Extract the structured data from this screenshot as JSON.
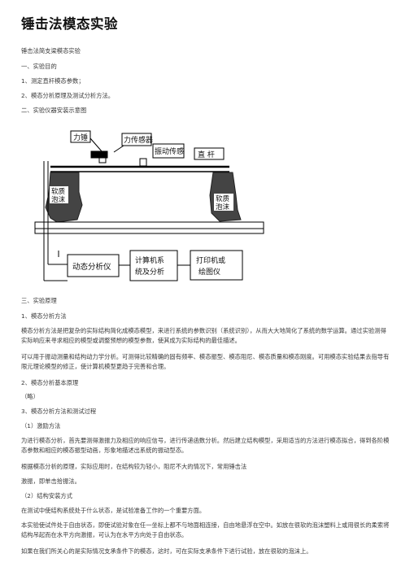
{
  "title": "锤击法模态实验",
  "subtitle": "锤击法简支梁模态实验",
  "section1": "一、实验目的",
  "aim1": "1、测定直杆模态参数；",
  "aim2": "2、模态分析原理及测试分析方法。",
  "section2": "二、实验仪器安装示意图",
  "diagram": {
    "hammer": "力锤",
    "force_sensor": "力传感器",
    "vib_sensor": "振动传感",
    "rod": "直  杆",
    "foam_left": "软质泡沫",
    "foam_right": "软质泡沫",
    "analyzer": "动态分析仪",
    "computer": "计算机系统及分析",
    "printer": "打印机或绘图仪"
  },
  "section3": "三、实验原理",
  "s3_1": "1、模态分析方法",
  "para1": "模态分析方法是把复杂的实际结构简化成模态模型，来进行系统的参数识别（系统识别），从而大大地简化了系统的数学运算。通过实验测得实际响应来寻求相应的模型或调整预想的模型参数，使其成为实际结构的最佳描述。",
  "para2": "可以用于振动测量和结构动力学分析。可测得比较精确的固有频率、模态振型、模态阻尼、模态质量和模态刚度。可用模态实验结果去指导有限元理论模型的修正，使计算机模型更趋于完善和合理。",
  "s3_2": "2、模态分析基本原理",
  "brief": "（略）",
  "s3_3": "3、模态分析方法和测试过程",
  "sub1": "（1）激励方法",
  "para3": "为进行模态分析，首先要测得激振力及相应的响应信号，进行传递函数分析。然后建立结构模型，采用适当的方法进行模态拟合，得到各阶模态参数和相应的模态振型动画，形象地描述出系统的振动型态。",
  "para4": "根据模态分析的原理，实际应用时，在结构较为轻小，阻尼不大的情况下，常用锤击法",
  "para5": "激振，即单击拾振法。",
  "sub2": "（2）结构安装方式",
  "para6": "在测试中使结构系统处于什么状态，是试验准备工作的一个重要方面。",
  "para7": "本实验使试件处于自由状态，即使试验对象在任一坐标上都不与地面相连接，自由地悬浮在空中。如放在很软的泡沫塑料上或用很长的柔索将结构吊起而在水平方向激振，可认为在水平方向处于自由状态。",
  "para8": "如果在我们所关心的是实际情况支承条件下的模态，这时，可在实际支承条件下进行试验，放在很软的泡沫上。"
}
